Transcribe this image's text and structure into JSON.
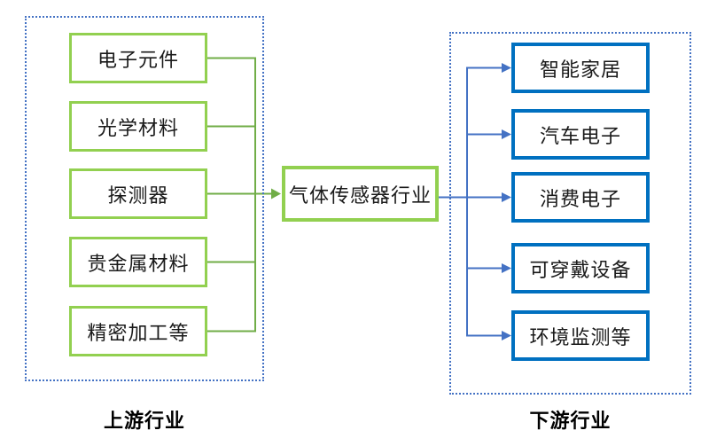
{
  "diagram": {
    "center_node": {
      "label": "气体传感器行业"
    },
    "upstream": {
      "group_label": "上游行业",
      "items": [
        "电子元件",
        "光学材料",
        "探测器",
        "贵金属材料",
        "精密加工等"
      ]
    },
    "downstream": {
      "group_label": "下游行业",
      "items": [
        "智能家居",
        "汽车电子",
        "消费电子",
        "可穿戴设备",
        "环境监测等"
      ]
    },
    "colors": {
      "upstream_box_border": "#92D050",
      "upstream_connector": "#70AD47",
      "center_box_border": "#92D050",
      "downstream_box_border": "#0070C0",
      "downstream_connector": "#4472C4",
      "group_outline": "#4472C4",
      "text": "#1a1a1a"
    }
  }
}
